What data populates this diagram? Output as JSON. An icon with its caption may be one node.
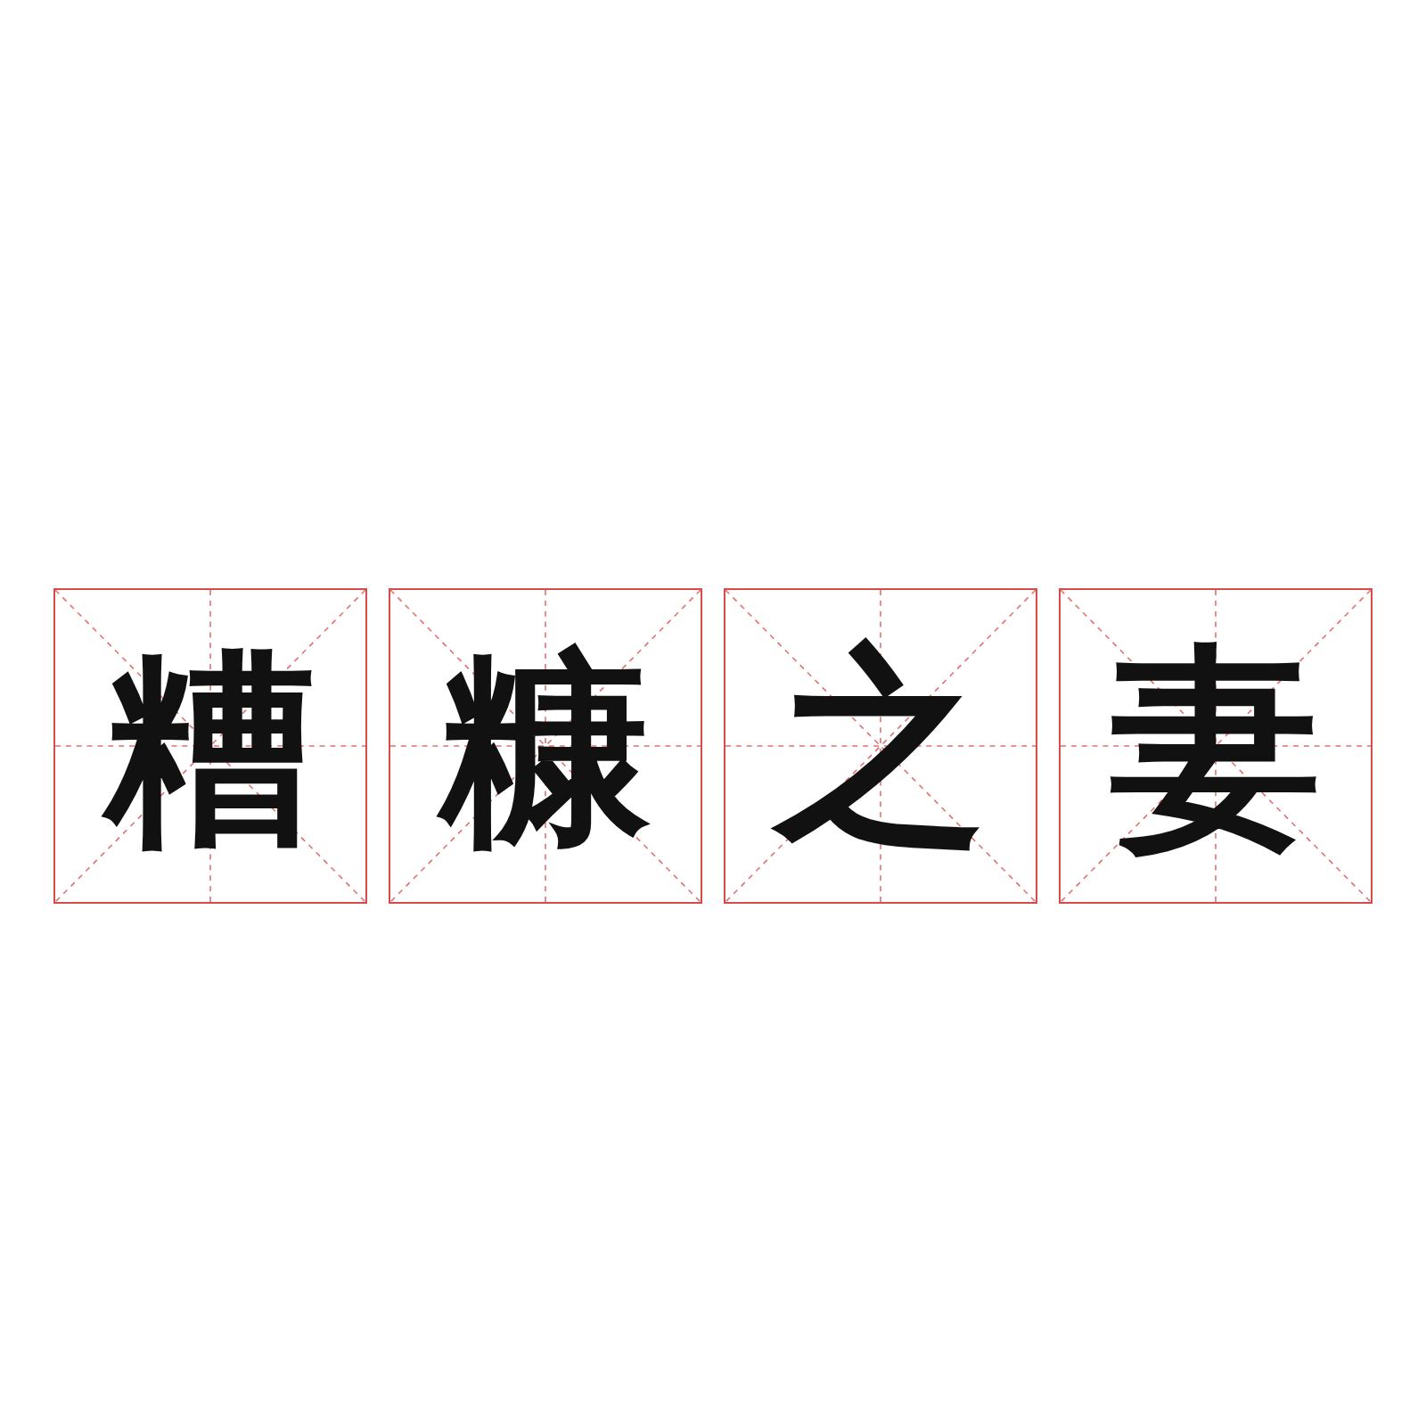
{
  "diagram": {
    "nodes": [
      {
        "text": [
          "糟"
        ]
      },
      {
        "text": [
          "糠"
        ]
      },
      {
        "text": [
          "之"
        ]
      },
      {
        "text": [
          "妻"
        ]
      }
    ]
  }
}
